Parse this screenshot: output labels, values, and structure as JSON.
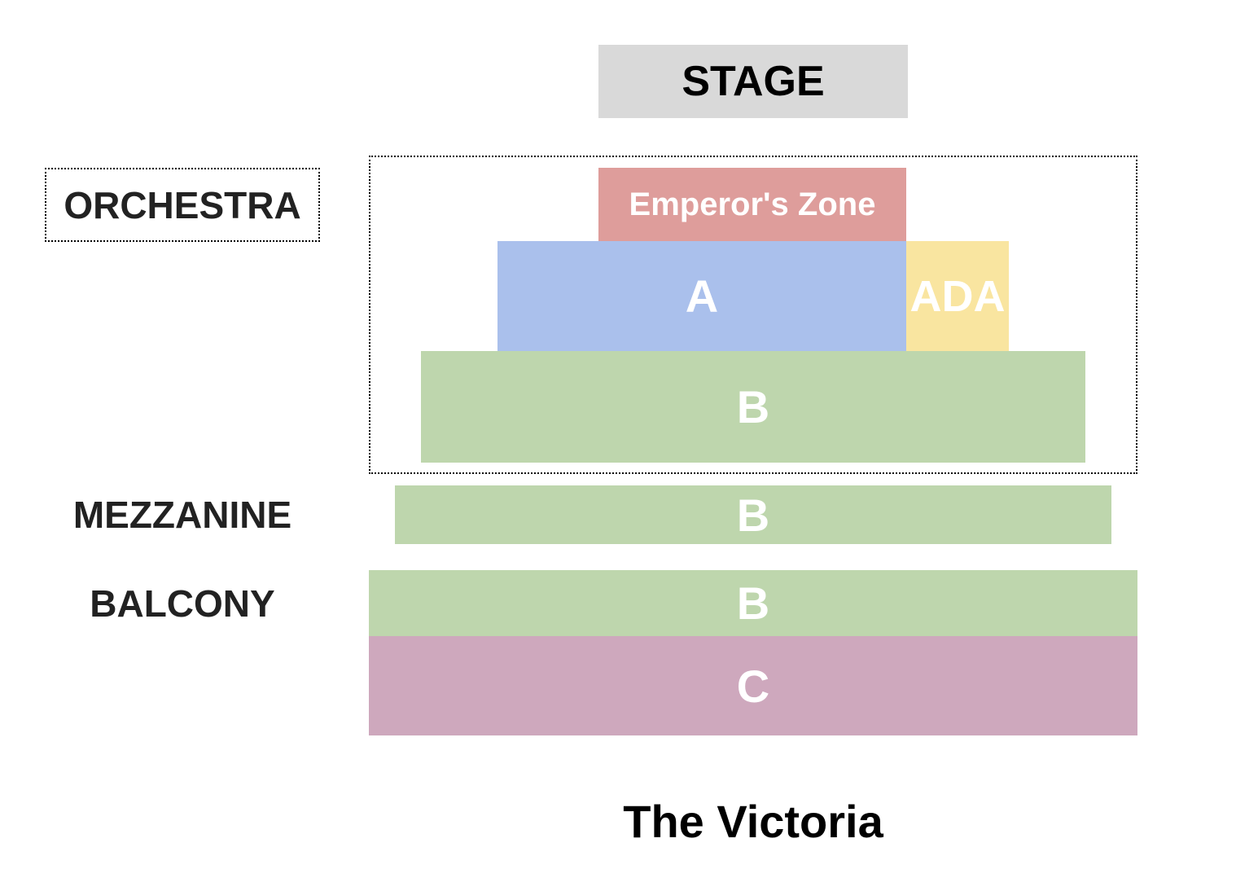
{
  "stage": {
    "label": "STAGE",
    "color": "#d9d9d9"
  },
  "levels": {
    "orchestra": "ORCHESTRA",
    "mezzanine": "MEZZANINE",
    "balcony": "BALCONY"
  },
  "sections": {
    "emperor": {
      "label": "Emperor's Zone",
      "color": "#de9d9b"
    },
    "a": {
      "label": "A",
      "color": "#aac0ec"
    },
    "ada": {
      "label": "ADA",
      "color": "#f9e5a0"
    },
    "orchestra_b": {
      "label": "B",
      "color": "#bed6ad"
    },
    "mezzanine_b": {
      "label": "B",
      "color": "#bed6ad"
    },
    "balcony_b": {
      "label": "B",
      "color": "#bed6ad"
    },
    "balcony_c": {
      "label": "C",
      "color": "#cea8bd"
    }
  },
  "title": "The Victoria"
}
